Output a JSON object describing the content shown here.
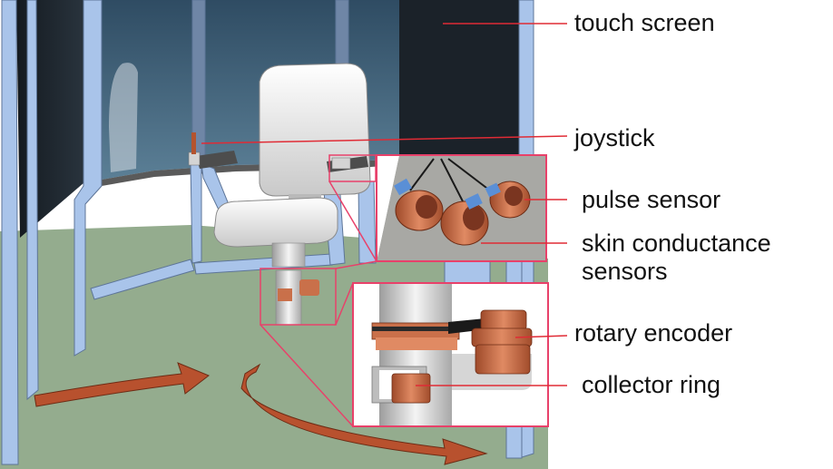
{
  "labels": {
    "touch_screen": "touch screen",
    "joystick": "joystick",
    "pulse_sensor": "pulse sensor",
    "skin_conductance_line1": "skin conductance",
    "skin_conductance_line2": "sensors",
    "rotary_encoder": "rotary encoder",
    "collector_ring": "collector ring"
  },
  "colors": {
    "leader_line": "#e02b35",
    "inset_border": "#e8416a",
    "frame_blue": "#a9c4ea",
    "floor_green": "#94ac8e",
    "glass_dark": "#1a2129",
    "arrow_copper": "#b8512e",
    "sensor_copper": "#d9734a"
  }
}
